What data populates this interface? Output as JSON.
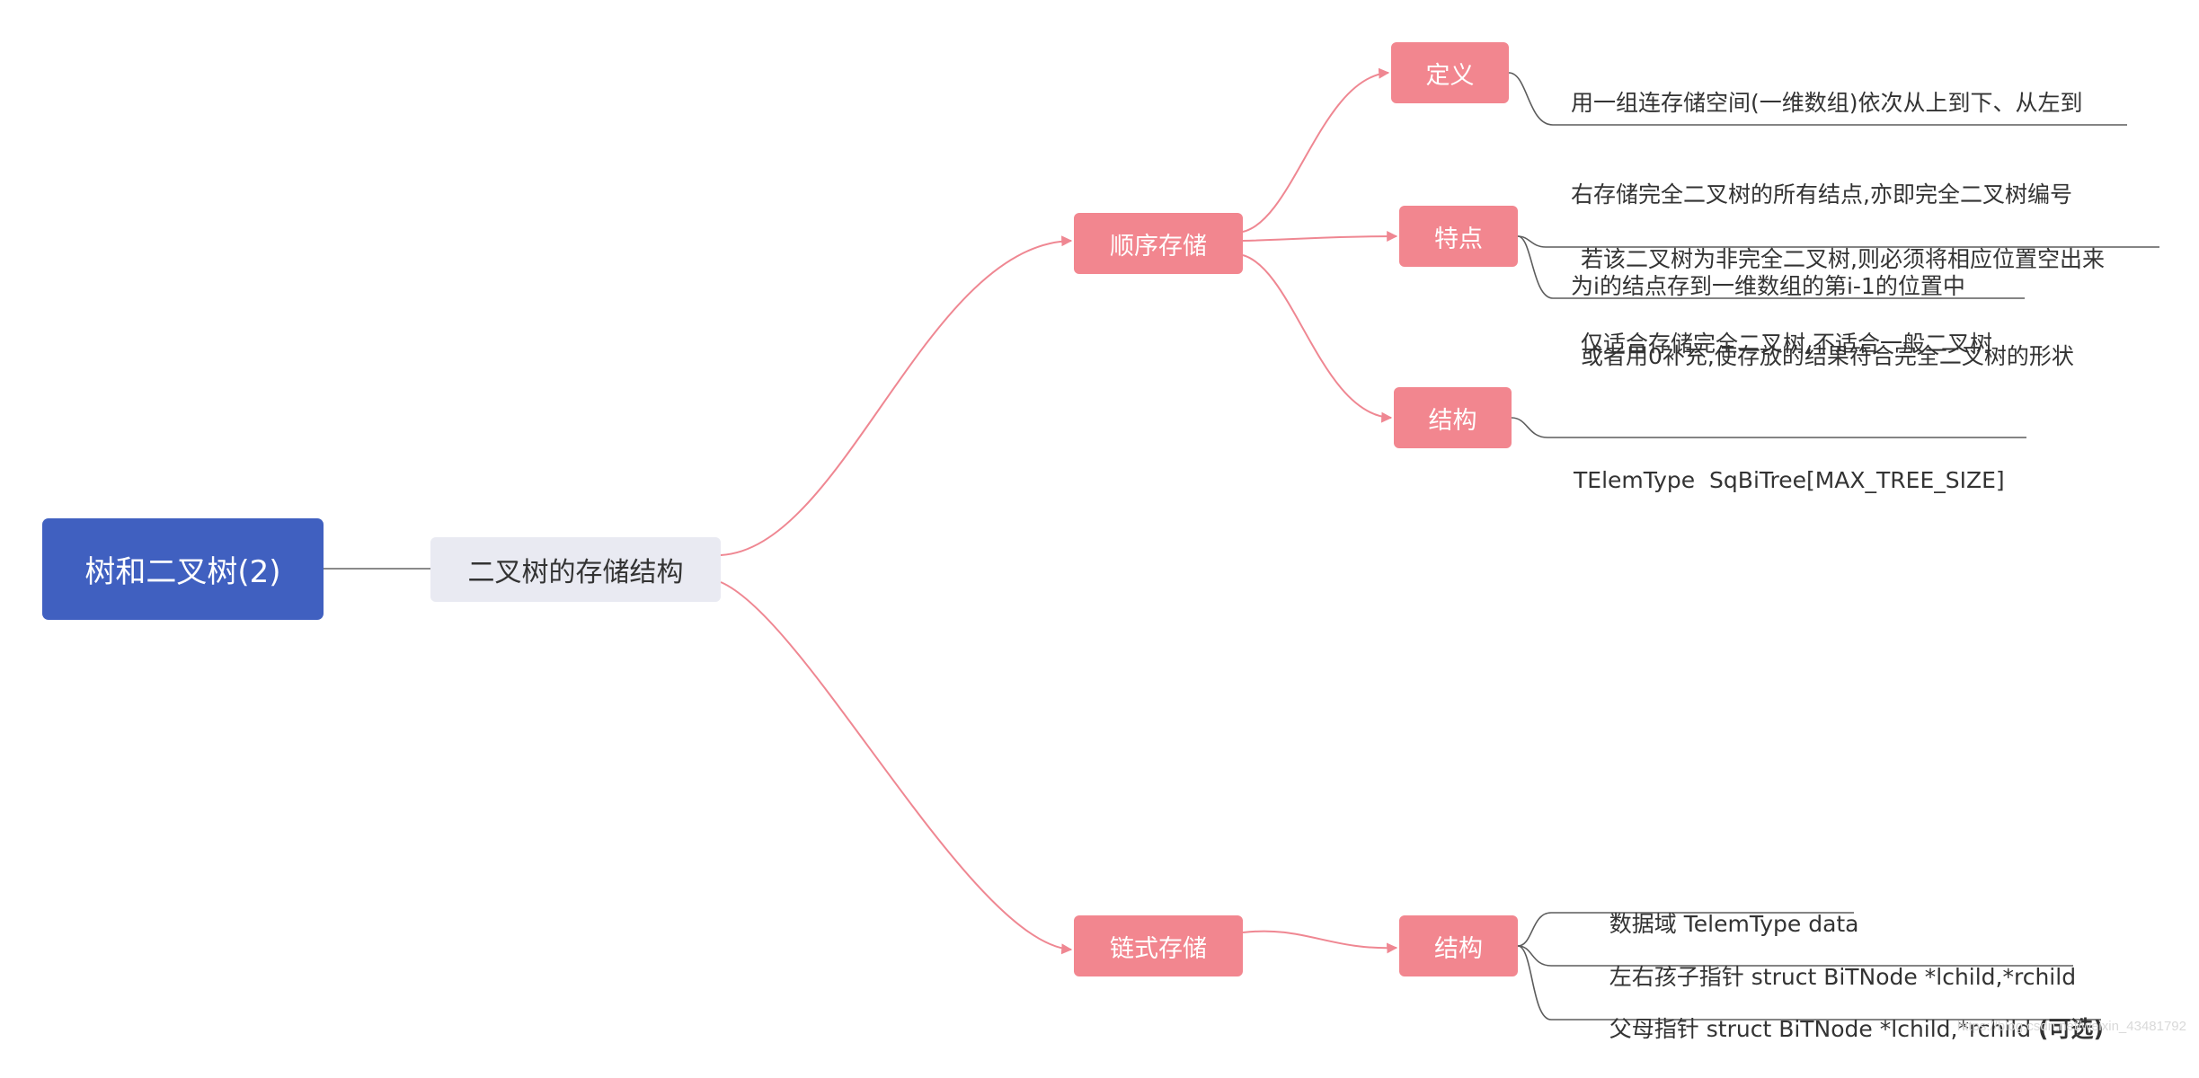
{
  "colors": {
    "root_bg": "#4060c0",
    "branch_bg": "#e9eaf2",
    "node_bg": "#f2868f",
    "link_pink": "#ef8792",
    "link_gray": "#5c5c5c",
    "root_link": "#8a8a8a"
  },
  "root": {
    "label": "树和二叉树(2)"
  },
  "branch": {
    "label": "二叉树的存储结构"
  },
  "sequential": {
    "label": "顺序存储",
    "definition": {
      "label": "定义",
      "lines": [
        "用一组连存储空间(一维数组)依次从上到下、从左到",
        "右存储完全二叉树的所有结点,亦即完全二叉树编号",
        "为i的结点存到一维数组的第i-1的位置中"
      ]
    },
    "features": {
      "label": "特点",
      "items": [
        {
          "lines": [
            "若该二叉树为非完全二叉树,则必须将相应位置空出来",
            "或者用0补充,使存放的结果符合完全二叉树的形状"
          ]
        },
        {
          "lines": [
            "仅适合存储完全二叉树,不适合一般二叉树"
          ]
        }
      ]
    },
    "structure": {
      "label": "结构",
      "items": [
        "TElemType  SqBiTree[MAX_TREE_SIZE]"
      ]
    }
  },
  "linked": {
    "label": "链式存储",
    "structure": {
      "label": "结构",
      "items": [
        {
          "text": "数据域 TelemType data"
        },
        {
          "text": "左右孩子指针 struct BiTNode *lchild,*rchild"
        },
        {
          "text": "父母指针 struct BiTNode *lchild,*rchild ",
          "emphasis": "(可选)"
        }
      ]
    }
  },
  "watermark": "https://blog.csdn.net/weixin_43481792"
}
